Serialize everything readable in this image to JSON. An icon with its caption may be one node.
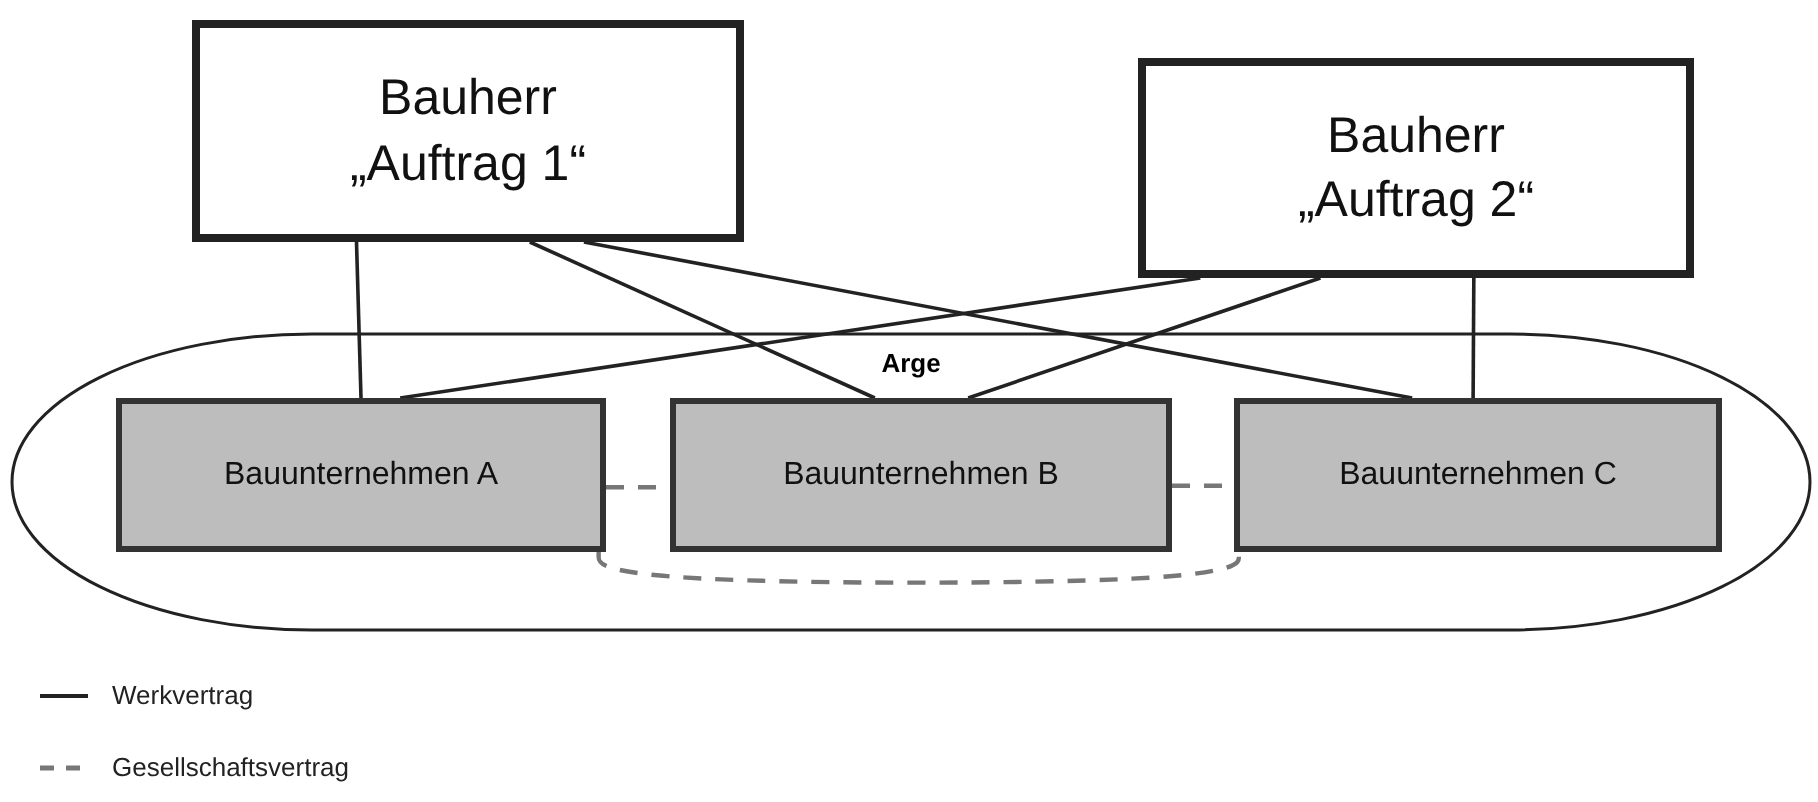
{
  "diagram": {
    "nodes": [
      {
        "text": [
          "Bauherr „Auftrag 1“"
        ]
      },
      {
        "text": [
          "Bauherr „Auftrag 2“"
        ]
      },
      {
        "text": [
          "Arge"
        ]
      },
      {
        "text": [
          "Bauunternehmen A"
        ],
        "in": 2
      },
      {
        "text": [
          "Bauunternehmen B"
        ],
        "in": 2
      },
      {
        "text": [
          "Bauunternehmen C"
        ],
        "in": 2
      }
    ],
    "edges": [
      {
        "from": 0,
        "to": 3,
        "arrow": "none"
      },
      {
        "from": 0,
        "to": 4,
        "arrow": "none"
      },
      {
        "from": 0,
        "to": 5,
        "arrow": "none"
      },
      {
        "from": 1,
        "to": 3,
        "arrow": "none"
      },
      {
        "from": 1,
        "to": 4,
        "arrow": "none"
      },
      {
        "from": 1,
        "to": 5,
        "arrow": "none"
      },
      {
        "from": 3,
        "to": 4,
        "arrow": "none",
        "style": "dashed",
        "color": "#777777"
      },
      {
        "from": 4,
        "to": 5,
        "arrow": "none",
        "style": "dashed",
        "color": "#777777"
      },
      {
        "from": 3,
        "to": 5,
        "arrow": "none",
        "style": "dashed",
        "color": "#777777"
      }
    ],
    "legend": [
      {
        "text": "Werkvertrag"
      },
      {
        "text": "Gesellschaftsvertrag"
      }
    ]
  }
}
